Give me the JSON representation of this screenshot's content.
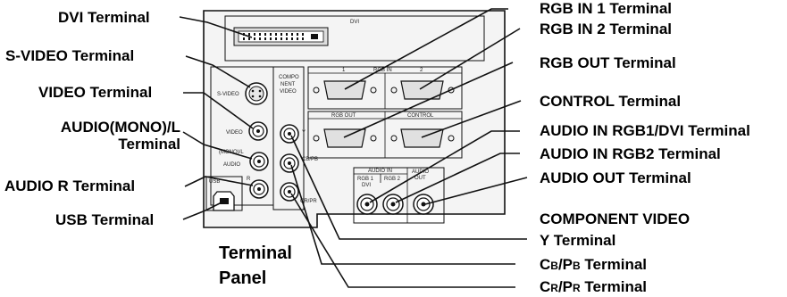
{
  "labels_left": {
    "dvi": "DVI Terminal",
    "svideo": "S-VIDEO Terminal",
    "video": "VIDEO Terminal",
    "audio_mono_l_1": "AUDIO(MONO)/L",
    "audio_mono_l_2": "Terminal",
    "audio_r": "AUDIO R Terminal",
    "usb": "USB Terminal"
  },
  "labels_right": {
    "rgb_in1": "RGB IN 1 Terminal",
    "rgb_in2": "RGB IN 2 Terminal",
    "rgb_out": "RGB OUT Terminal",
    "control": "CONTROL Terminal",
    "audio_in_rgb1": "AUDIO IN RGB1/DVI Terminal",
    "audio_in_rgb2": "AUDIO IN RGB2 Terminal",
    "audio_out": "AUDIO OUT Terminal",
    "component_1": "COMPONENT VIDEO",
    "component_2": "Y Terminal",
    "cb_c": "C",
    "cb_b": "B",
    "cb_p": "/P",
    "cb_b2": "B",
    "cb_rest": " Terminal",
    "cr_c": "C",
    "cr_r": "R",
    "cr_p": "/P",
    "cr_r2": "R",
    "cr_rest": " Terminal"
  },
  "panel_title": {
    "line1": "Terminal",
    "line2": "Panel"
  },
  "panel_text": {
    "dvi": "DVI",
    "svideo": "S-VIDEO",
    "video": "VIDEO",
    "mono_l": "(MONO)/L",
    "audio": "AUDIO",
    "r": "R",
    "usb": "USB",
    "component_1": "COMPO",
    "component_2": "NENT",
    "component_3": "VIDEO",
    "y": "Y",
    "cb": "CB/PB",
    "cr": "CR/PR",
    "rgb_in_1": "1",
    "rgb_in": "RGB   IN",
    "rgb_in_2": "2",
    "rgb_out": "RGB  OUT",
    "control": "CONTROL",
    "audio_in_audio": "AUDIO",
    "audio_in_in": "IN",
    "audio_rgb1": "RGB 1",
    "audio_dvi": "DVI",
    "audio_rgb2": "RGB 2",
    "audio_out_1": "AUDIO",
    "audio_out_2": "OUT"
  }
}
